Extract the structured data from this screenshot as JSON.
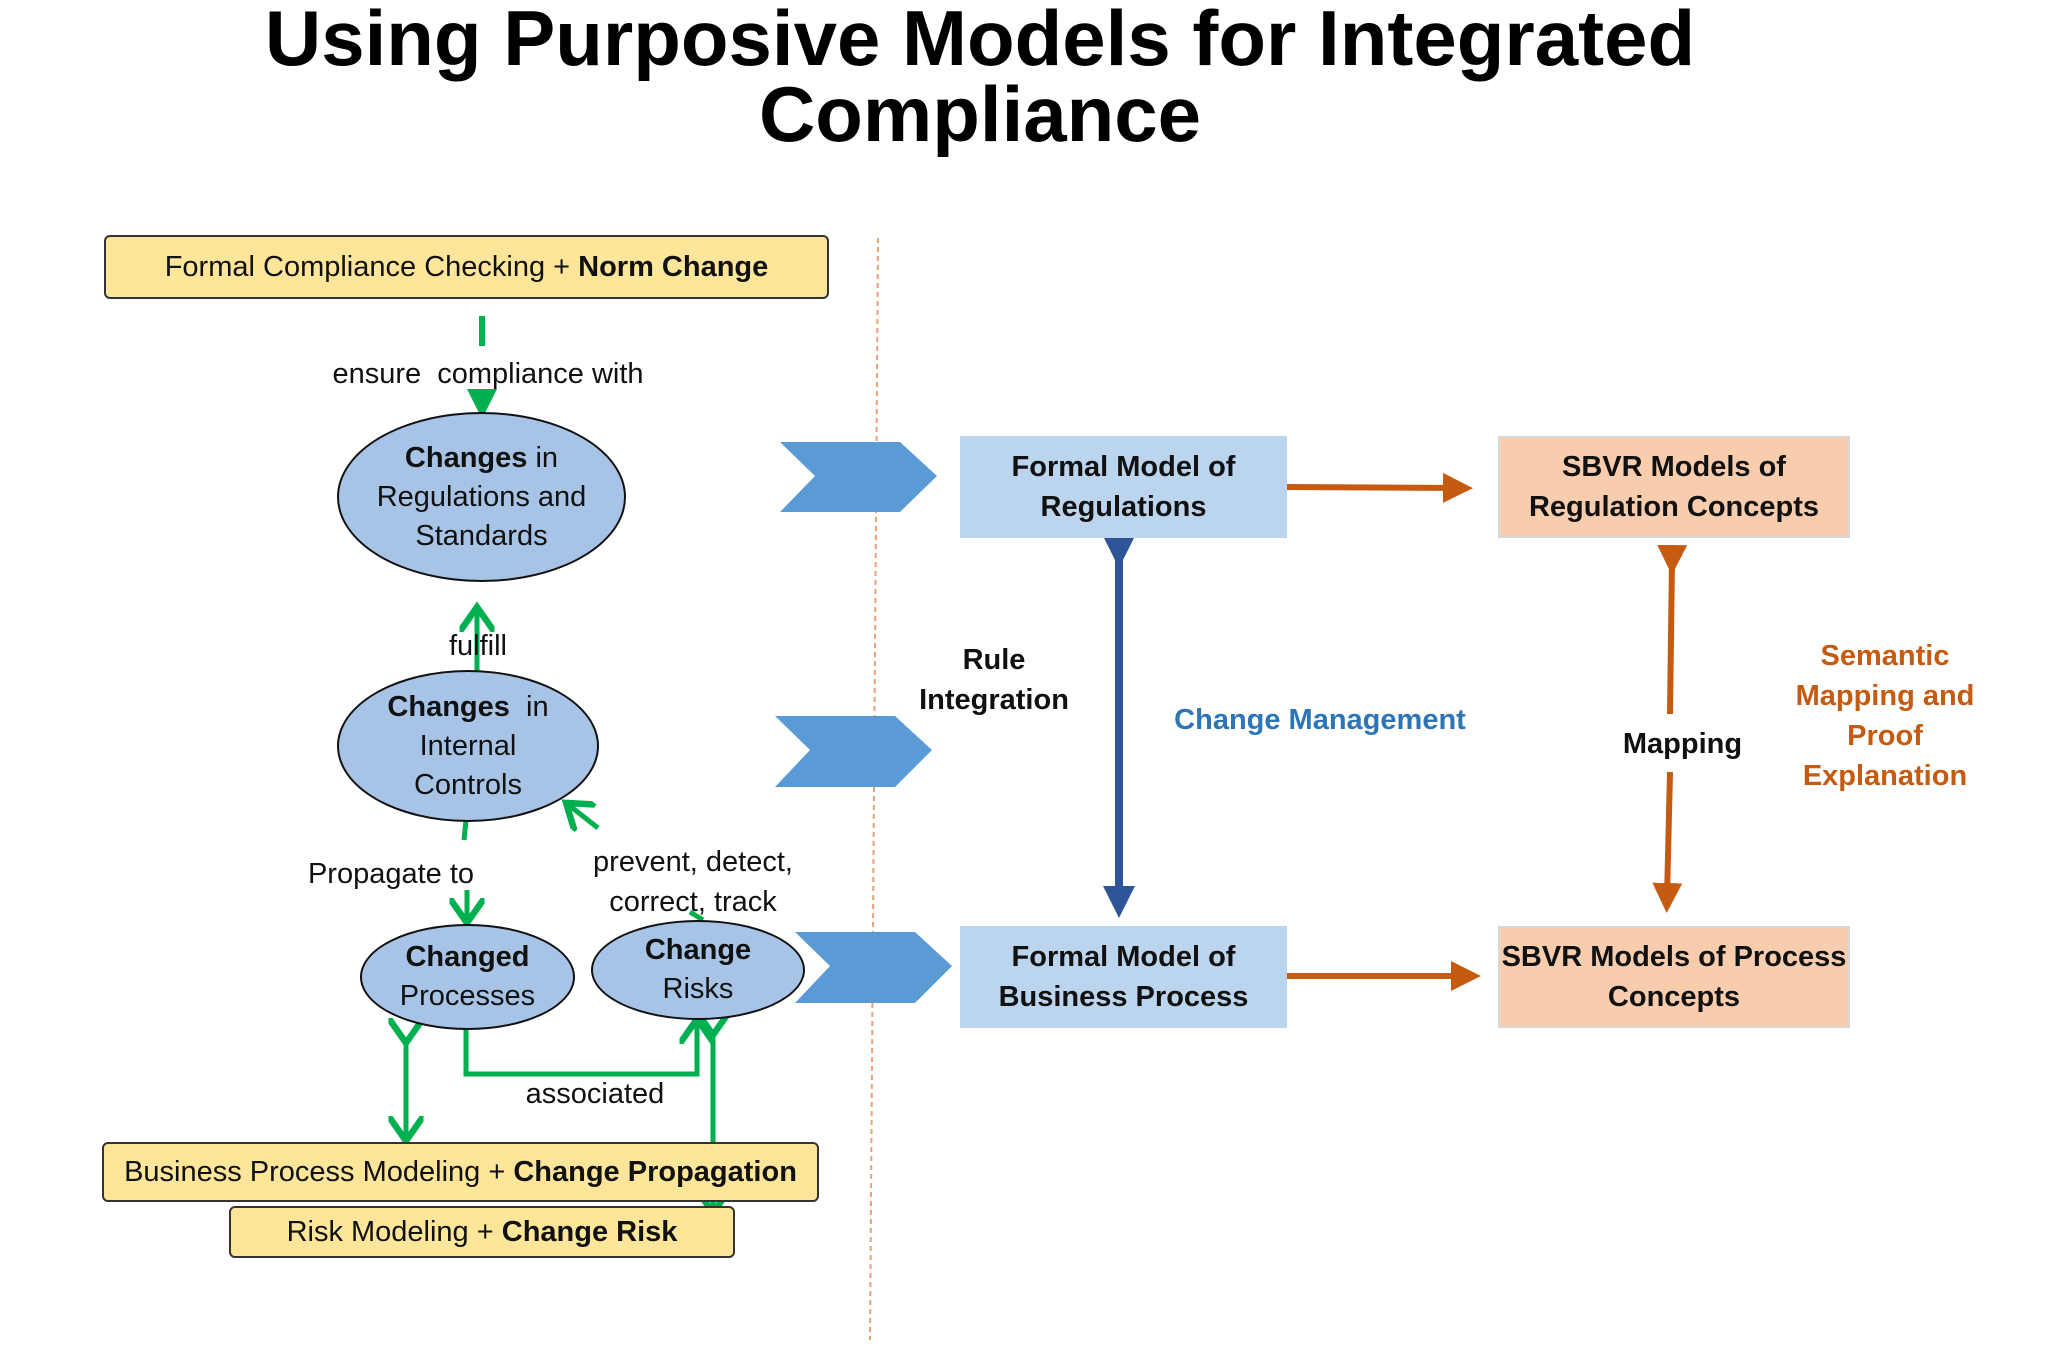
{
  "title": {
    "line1": "Using Purposive Models for Integrated",
    "line2": "Compliance"
  },
  "left": {
    "top_box": {
      "normal": "Formal Compliance Checking + ",
      "bold": "Norm Change"
    },
    "ensure_label": "ensure  compliance with",
    "regulations_ellipse": {
      "bold": "Changes",
      "rest1": " in",
      "line2": "Regulations and",
      "line3": "Standards"
    },
    "fulfill_label": "fulfill",
    "controls_ellipse": {
      "bold": "Changes",
      "rest1": "  in",
      "line2": "Internal",
      "line3": "Controls"
    },
    "propagate_label": "Propagate to",
    "prevent_label": {
      "line1": "prevent, detect,",
      "line2": "correct, track"
    },
    "processes_ellipse": {
      "bold": "Changed",
      "line2": "Processes"
    },
    "risks_ellipse": {
      "bold": "Change",
      "line2": "Risks"
    },
    "associated_label": "associated",
    "bpm_box": {
      "normal": "Business Process Modeling + ",
      "bold": "Change Propagation"
    },
    "risk_box": {
      "normal": "Risk Modeling + ",
      "bold": "Change Risk"
    }
  },
  "middle": {
    "rule_integration": {
      "line1": "Rule",
      "line2": "Integration"
    },
    "change_management": "Change Management"
  },
  "right": {
    "formal_regulations": {
      "line1": "Formal Model of",
      "line2": "Regulations"
    },
    "formal_process": {
      "line1": "Formal Model of",
      "line2": "Business Process"
    },
    "sbvr_regulation": {
      "line1": "SBVR Models of",
      "line2": "Regulation Concepts"
    },
    "sbvr_process": {
      "line1": "SBVR Models of Process",
      "line2": "Concepts"
    },
    "mapping_label": "Mapping",
    "semantic_label": {
      "line1": "Semantic",
      "line2": "Mapping and",
      "line3": "Proof",
      "line4": "Explanation"
    }
  },
  "colors": {
    "green_arrow": "#00b050",
    "blue_arrow": "#2e5597",
    "orange_arrow": "#c55a11",
    "change_management_text": "#2e75b6",
    "semantic_text": "#c55a11",
    "yellow_box": "#fde59a",
    "ellipse_fill": "#a7c4e6",
    "blue_box": "#bcd5ee",
    "orange_box": "#f8cdae",
    "chevron": "#5b9bd5"
  },
  "icons": [
    "chevron-arrow-icon",
    "double-arrow-icon",
    "arrow-icon"
  ]
}
